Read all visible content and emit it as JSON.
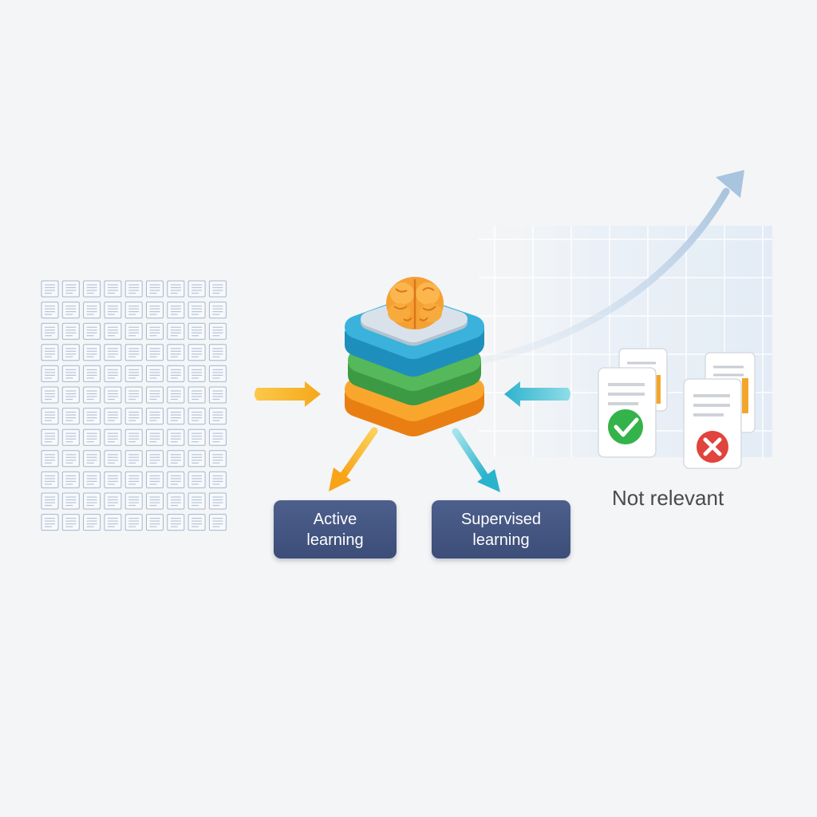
{
  "labels": {
    "active_learning": "Active\nlearning",
    "supervised_learning": "Supervised\nlearning",
    "not_relevant": "Not relevant"
  },
  "arrow_tags": {
    "left": "",
    "right": ""
  },
  "icons": {
    "document_grid": "document-grid-icon",
    "brain": "brain-icon",
    "model_stack": "layered-model-stack-icon",
    "relevant_doc": "document-checkmark-icon",
    "irrelevant_doc": "document-cross-icon"
  },
  "colors": {
    "background": "#f4f5f6",
    "label_box": "#44557f",
    "layer_top": "#3ba6d6",
    "layer_middle": "#4caf50",
    "layer_bottom": "#f59b23",
    "brain": "#f39a2e",
    "arrow_orange": "#f7b21c",
    "arrow_teal": "#3bbfd4",
    "check_green": "#34b34a",
    "cross_red": "#e0443c",
    "growth_arrow": "#b9cfe4"
  },
  "document_grid": {
    "rows": 12,
    "cols": 9
  }
}
